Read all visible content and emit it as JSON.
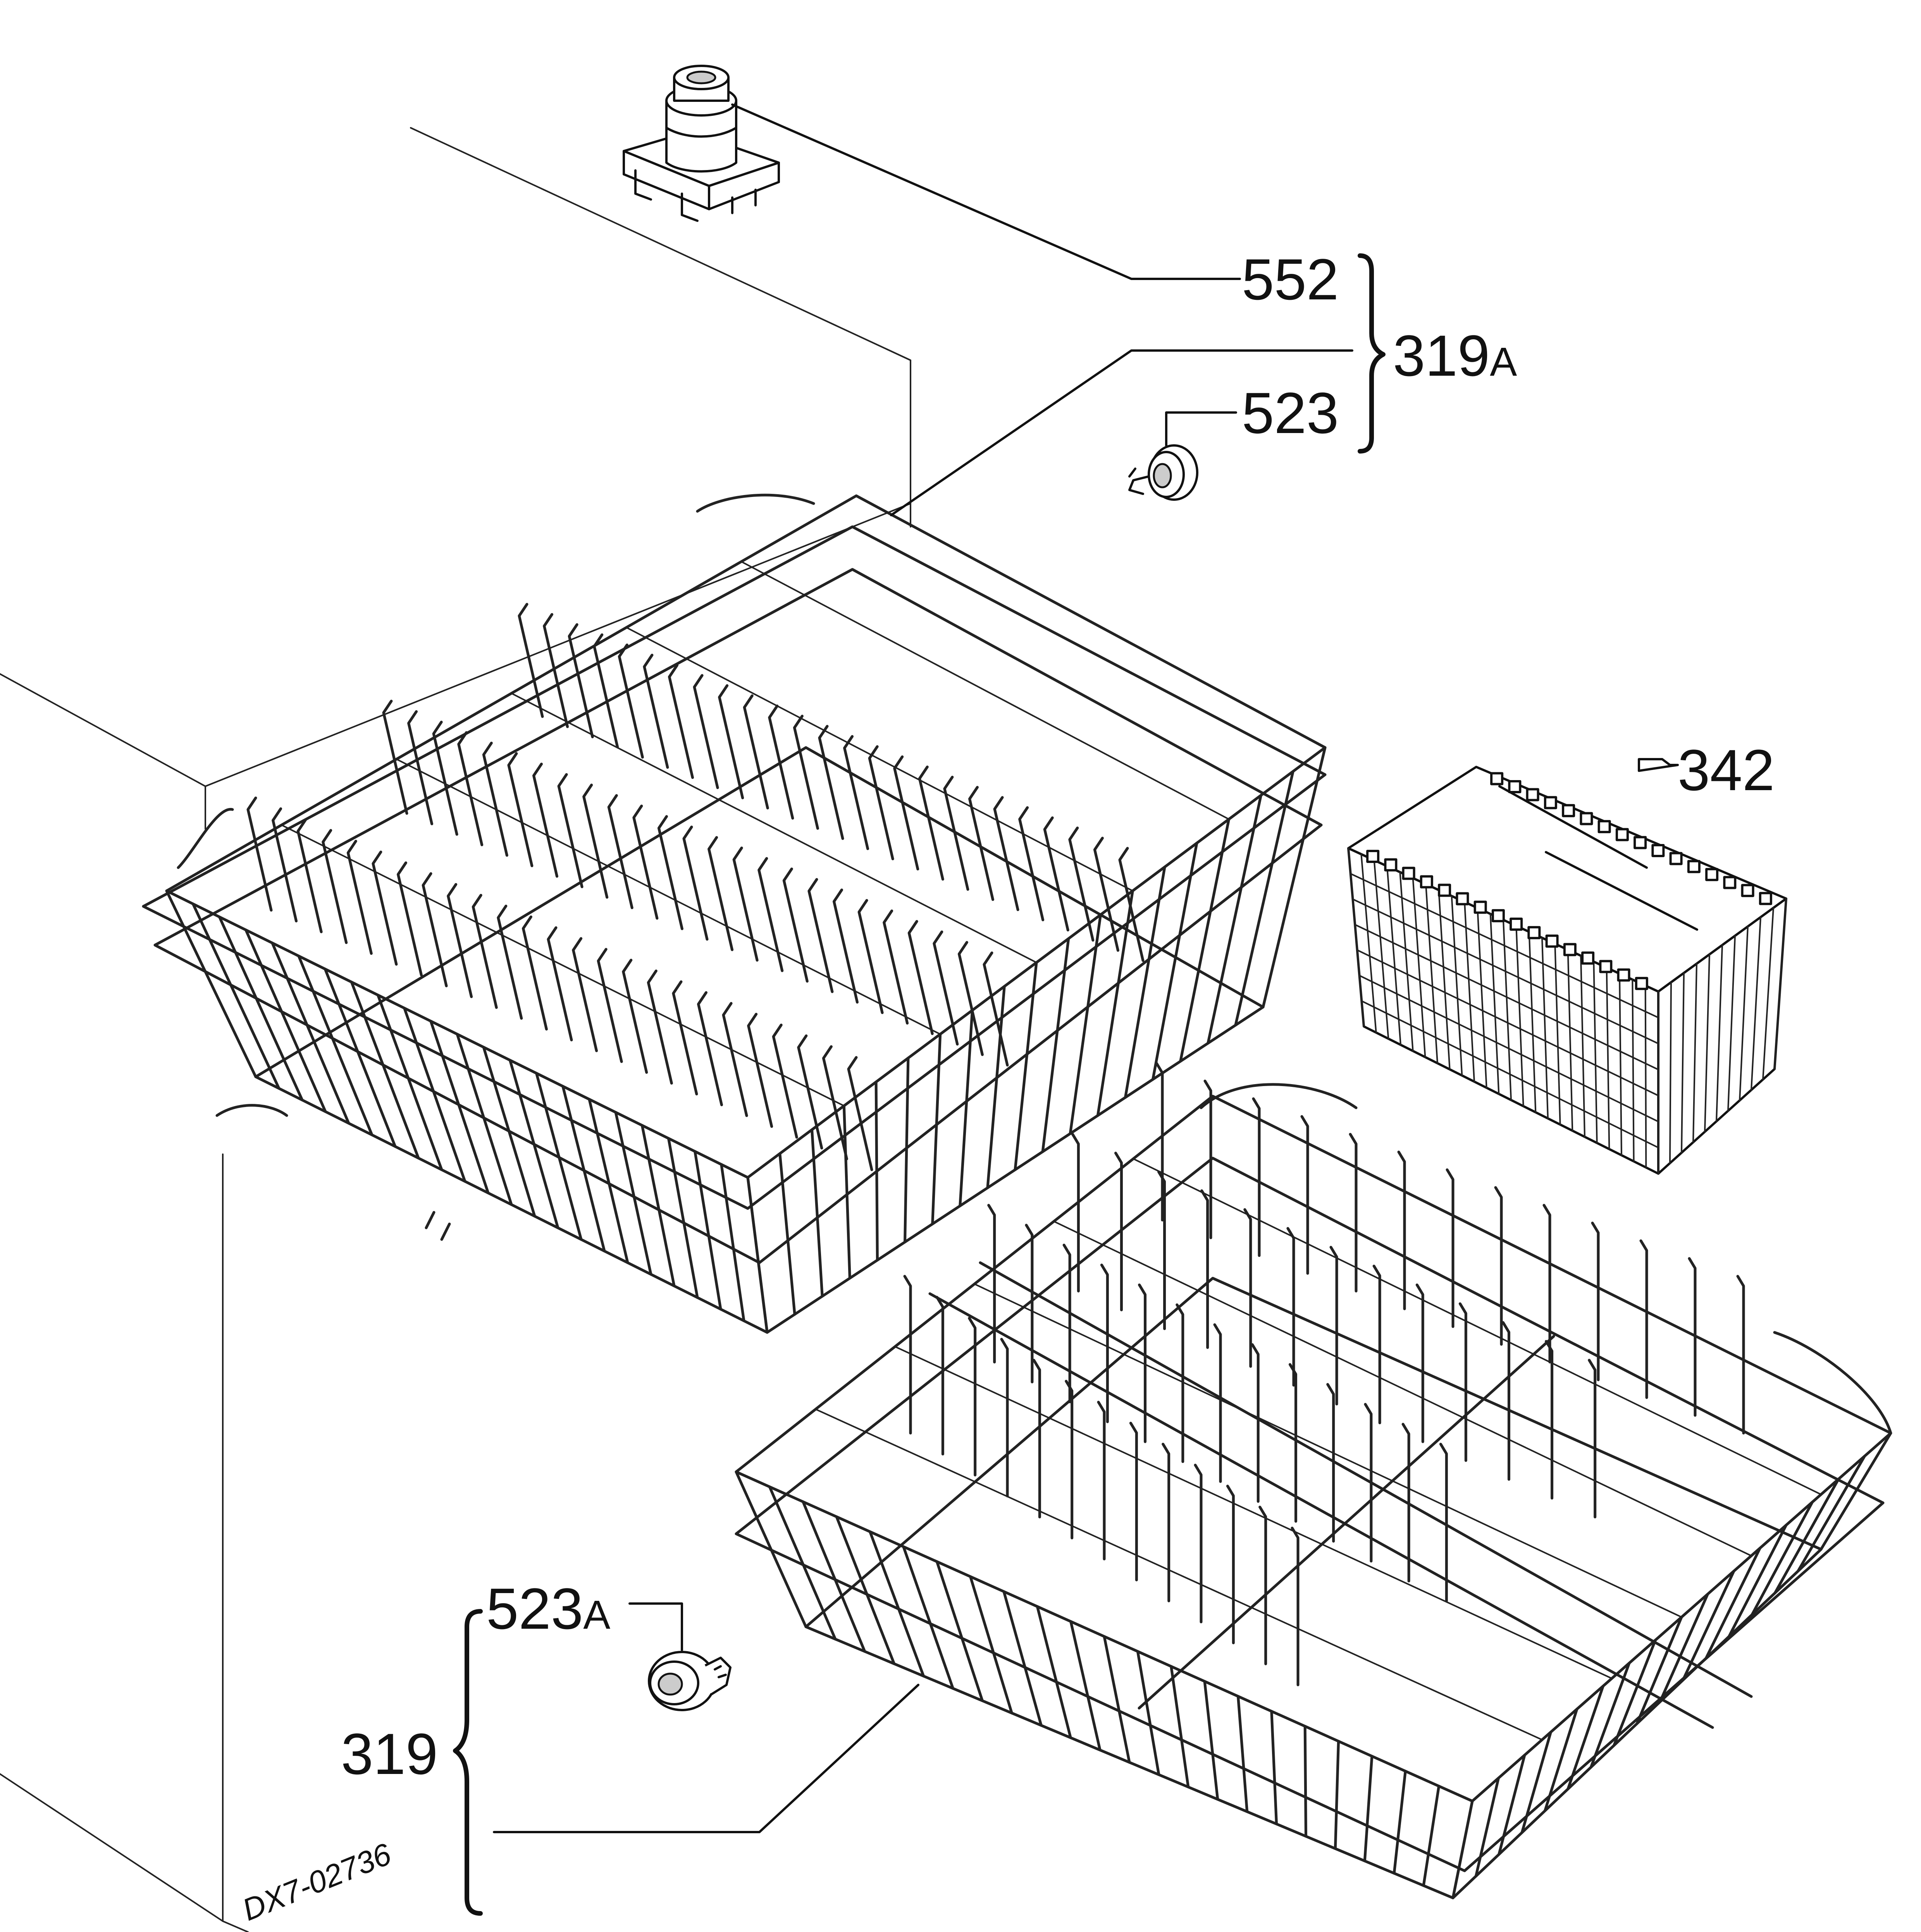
{
  "labels": {
    "p552": "552",
    "p523": "523",
    "p319a_num": "319",
    "p319a_suffix": "A",
    "p342": "342",
    "p523a_num": "523",
    "p523a_suffix": "A",
    "p319": "319",
    "drawing_code": "DX7-02736"
  },
  "parts": [
    {
      "ref": "552",
      "name_icon": "rack-stop-icon"
    },
    {
      "ref": "523",
      "name_icon": "rack-wheel-icon"
    },
    {
      "ref": "319A",
      "name_icon": "upper-basket-icon"
    },
    {
      "ref": "342",
      "name_icon": "cutlery-basket-icon"
    },
    {
      "ref": "523A",
      "name_icon": "rack-wheel-icon"
    },
    {
      "ref": "319",
      "name_icon": "lower-basket-icon"
    }
  ],
  "colors": {
    "line": "#111111",
    "background": "#ffffff"
  }
}
